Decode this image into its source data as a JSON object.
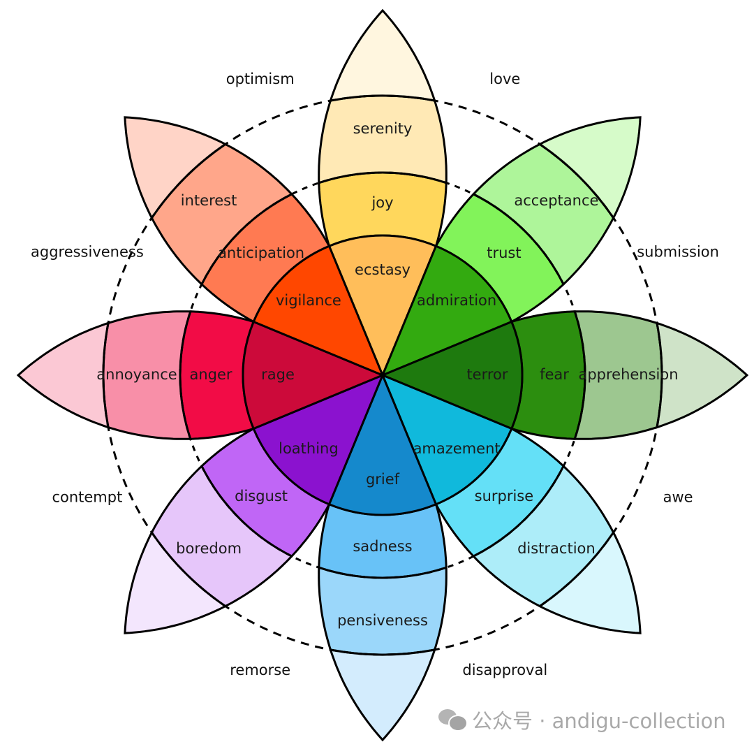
{
  "diagram": {
    "title": "Plutchik's Wheel of Emotions",
    "petals": [
      {
        "id": "joy",
        "angle_deg": -90,
        "inner": {
          "label": "ecstasy",
          "color": "#ffbe5a"
        },
        "middle": {
          "label": "joy",
          "color": "#ffd75c"
        },
        "outer": {
          "label": "serenity",
          "color": "#ffe9b5"
        },
        "tip_color": "#fff6df"
      },
      {
        "id": "trust",
        "angle_deg": -45,
        "inner": {
          "label": "admiration",
          "color": "#33aa10"
        },
        "middle": {
          "label": "trust",
          "color": "#82f35a"
        },
        "outer": {
          "label": "acceptance",
          "color": "#aef59a"
        },
        "tip_color": "#d6fbc9"
      },
      {
        "id": "fear",
        "angle_deg": 0,
        "inner": {
          "label": "terror",
          "color": "#1e7a0e"
        },
        "middle": {
          "label": "fear",
          "color": "#2c8e0f"
        },
        "outer": {
          "label": "apprehension",
          "color": "#9dc790"
        },
        "tip_color": "#cfe3c8"
      },
      {
        "id": "surprise",
        "angle_deg": 45,
        "inner": {
          "label": "amazement",
          "color": "#10b9dc"
        },
        "middle": {
          "label": "surprise",
          "color": "#64e0f7"
        },
        "outer": {
          "label": "distraction",
          "color": "#adedf9"
        },
        "tip_color": "#d9f7fd"
      },
      {
        "id": "sadness",
        "angle_deg": 90,
        "inner": {
          "label": "grief",
          "color": "#1589cc"
        },
        "middle": {
          "label": "sadness",
          "color": "#68c2f7"
        },
        "outer": {
          "label": "pensiveness",
          "color": "#9bd7fa"
        },
        "tip_color": "#d3ecfd"
      },
      {
        "id": "disgust",
        "angle_deg": 135,
        "inner": {
          "label": "loathing",
          "color": "#8b12cf"
        },
        "middle": {
          "label": "disgust",
          "color": "#c066f6"
        },
        "outer": {
          "label": "boredom",
          "color": "#e6c6fa"
        },
        "tip_color": "#f3e6fd"
      },
      {
        "id": "anger",
        "angle_deg": 180,
        "inner": {
          "label": "rage",
          "color": "#cc0a3a"
        },
        "middle": {
          "label": "anger",
          "color": "#f20c46"
        },
        "outer": {
          "label": "annoyance",
          "color": "#f88fa8"
        },
        "tip_color": "#fbc8d4"
      },
      {
        "id": "anticipation",
        "angle_deg": -135,
        "inner": {
          "label": "vigilance",
          "color": "#ff4700"
        },
        "middle": {
          "label": "anticipation",
          "color": "#ff7a52"
        },
        "outer": {
          "label": "interest",
          "color": "#ffa68a"
        },
        "tip_color": "#ffd4c7"
      }
    ],
    "dyads": [
      {
        "label": "optimism",
        "angle_deg": -112.5
      },
      {
        "label": "love",
        "angle_deg": -67.5
      },
      {
        "label": "submission",
        "angle_deg": -22.5
      },
      {
        "label": "awe",
        "angle_deg": 22.5
      },
      {
        "label": "disapproval",
        "angle_deg": 67.5
      },
      {
        "label": "remorse",
        "angle_deg": 112.5
      },
      {
        "label": "contempt",
        "angle_deg": 157.5
      },
      {
        "label": "aggressiveness",
        "angle_deg": -157.5
      }
    ],
    "stroke_color": "#000000"
  },
  "watermark": {
    "icon": "wechat-icon",
    "text": "公众号 · andigu-collection",
    "color": "#a9a9a9"
  }
}
